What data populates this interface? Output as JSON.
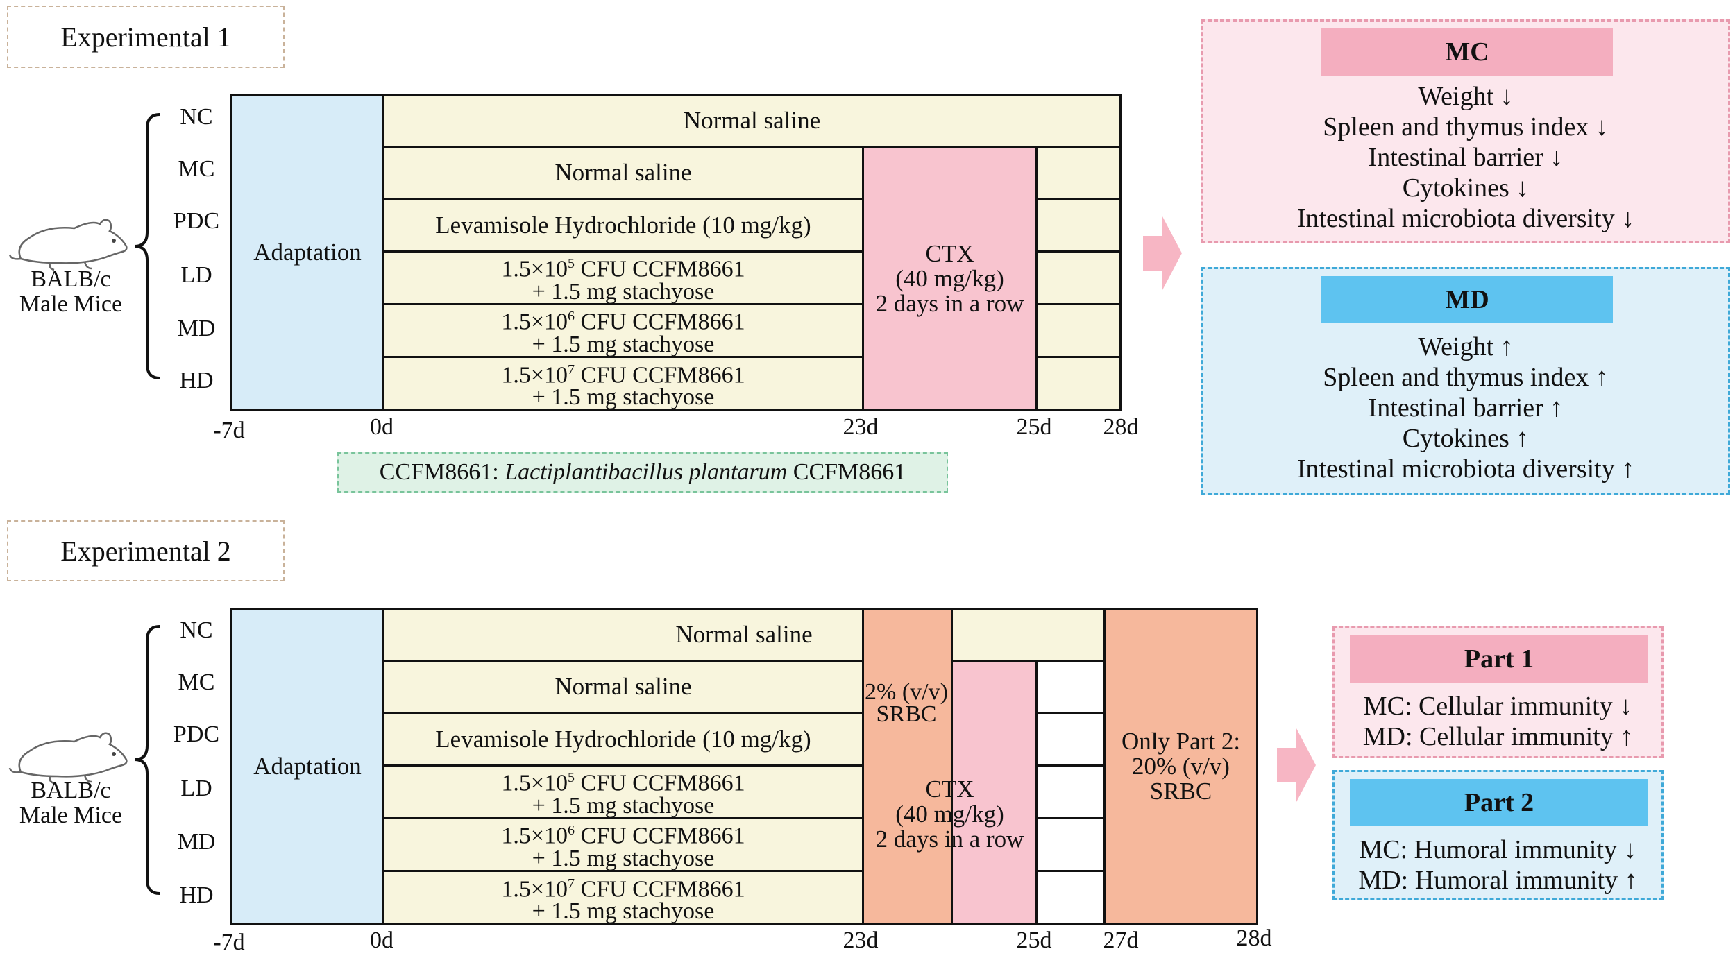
{
  "exp1": {
    "title": "Experimental 1",
    "mouse_label": [
      "BALB/c",
      "Male Mice"
    ],
    "groups": [
      "NC",
      "MC",
      "PDC",
      "LD",
      "MD",
      "HD"
    ],
    "adaptation": "Adaptation",
    "nc_treatment": "Normal saline",
    "mc_treatment": "Normal saline",
    "pdc_treatment": "Levamisole Hydrochloride (10 mg/kg)",
    "ld_treatment": {
      "base": "1.5×10",
      "exp": "5",
      "rest": " CFU CCFM8661",
      "line2": "+ 1.5 mg stachyose"
    },
    "md_treatment": {
      "base": "1.5×10",
      "exp": "6",
      "rest": " CFU CCFM8661",
      "line2": "+ 1.5 mg stachyose"
    },
    "hd_treatment": {
      "base": "1.5×10",
      "exp": "7",
      "rest": " CFU CCFM8661",
      "line2": "+ 1.5 mg stachyose"
    },
    "ctx": [
      "CTX",
      "(40 mg/kg)",
      "2 days in a row"
    ],
    "days": [
      "-7d",
      "0d",
      "23d",
      "25d",
      "28d"
    ],
    "note": {
      "prefix": "CCFM8661: ",
      "italic": "Lactiplantibacillus plantarum",
      "suffix": " CCFM8661"
    },
    "panel_mc": {
      "title": "MC",
      "items": [
        "Weight ↓",
        "Spleen and thymus index ↓",
        "Intestinal barrier ↓",
        "Cytokines ↓",
        "Intestinal microbiota diversity ↓"
      ]
    },
    "panel_md": {
      "title": "MD",
      "items": [
        "Weight ↑",
        "Spleen and thymus index ↑",
        "Intestinal barrier ↑",
        "Cytokines ↑",
        "Intestinal microbiota diversity ↑"
      ]
    }
  },
  "exp2": {
    "title": "Experimental 2",
    "mouse_label": [
      "BALB/c",
      "Male Mice"
    ],
    "groups": [
      "NC",
      "MC",
      "PDC",
      "LD",
      "MD",
      "HD"
    ],
    "adaptation": "Adaptation",
    "nc_treatment": "Normal saline",
    "mc_treatment": "Normal saline",
    "pdc_treatment": "Levamisole Hydrochloride (10 mg/kg)",
    "ld_treatment": {
      "base": "1.5×10",
      "exp": "5",
      "rest": " CFU CCFM8661",
      "line2": "+ 1.5 mg stachyose"
    },
    "md_treatment": {
      "base": "1.5×10",
      "exp": "6",
      "rest": " CFU CCFM8661",
      "line2": "+ 1.5 mg stachyose"
    },
    "hd_treatment": {
      "base": "1.5×10",
      "exp": "7",
      "rest": " CFU CCFM8661",
      "line2": "+ 1.5 mg stachyose"
    },
    "srbc2": [
      "2% (v/v)",
      "SRBC"
    ],
    "ctx": [
      "CTX",
      "(40 mg/kg)",
      "2 days in a row"
    ],
    "part2_only": [
      "Only Part 2:",
      "20% (v/v)",
      "SRBC"
    ],
    "days": [
      "-7d",
      "0d",
      "23d",
      "25d",
      "27d",
      "28d"
    ],
    "panel_part1": {
      "title": "Part 1",
      "items": [
        "MC: Cellular immunity ↓",
        "MD: Cellular immunity ↑"
      ]
    },
    "panel_part2": {
      "title": "Part 2",
      "items": [
        "MC: Humoral immunity ↓",
        "MD: Humoral immunity ↑"
      ]
    }
  },
  "colors": {
    "adaptation": "#d7ecf8",
    "treatment": "#f8f5dd",
    "ctx": "#f8c4cf",
    "srbc": "#f6b89c",
    "arrow": "#f7b6c4",
    "panel_pink_border": "#e89aae",
    "panel_blue_border": "#3fa9d8"
  }
}
